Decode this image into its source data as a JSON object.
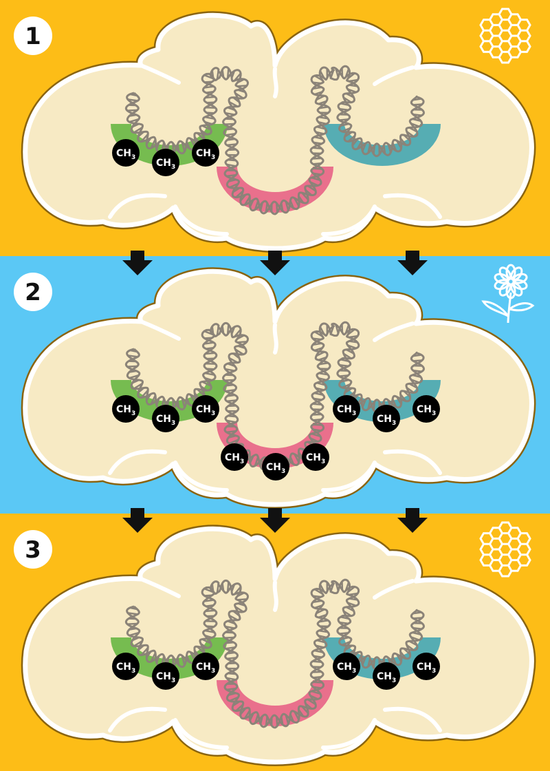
{
  "colors": {
    "orange": "#fdbd17",
    "blue": "#5bc8f5",
    "brain": "#f7eac4",
    "brain_outline": "#8a6410",
    "dna": "#8b8378",
    "green": "#5fb43c",
    "pink": "#e65a82",
    "teal": "#3aa2b0",
    "arrow": "#111111"
  },
  "methyl_label": {
    "main": "CH",
    "sub": "3"
  },
  "panels": [
    {
      "number": "1",
      "background": "orange",
      "icon": "honeycomb-icon",
      "methylated": [
        "green"
      ]
    },
    {
      "number": "2",
      "background": "blue",
      "icon": "flower-icon",
      "methylated": [
        "green",
        "pink",
        "teal"
      ]
    },
    {
      "number": "3",
      "background": "orange",
      "icon": "honeycomb-icon",
      "methylated": [
        "green",
        "teal"
      ]
    }
  ]
}
